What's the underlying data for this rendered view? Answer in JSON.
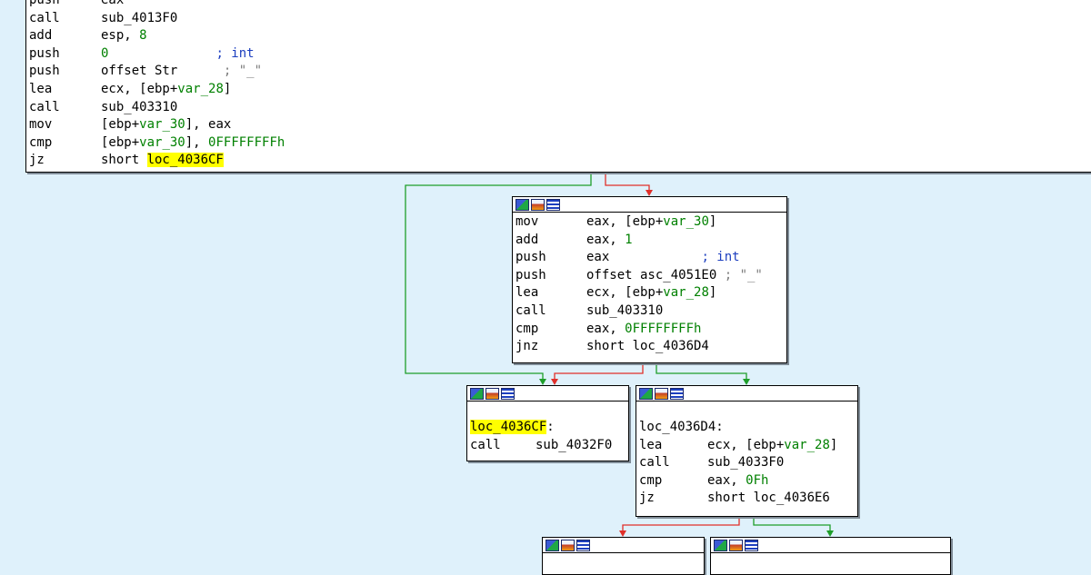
{
  "node_top": {
    "rows": [
      {
        "m": "push",
        "o": [
          {
            "t": "eax"
          }
        ]
      },
      {
        "m": "call",
        "o": [
          {
            "t": "sub_4013F0"
          }
        ]
      },
      {
        "m": "add",
        "o": [
          {
            "t": "esp, "
          },
          {
            "t": "8",
            "c": "num"
          }
        ]
      },
      {
        "m": "push",
        "o": [
          {
            "t": "0",
            "c": "num"
          },
          {
            "t": "              "
          },
          {
            "t": "; int",
            "c": "cmtb"
          }
        ]
      },
      {
        "m": "push",
        "o": [
          {
            "t": "offset Str"
          },
          {
            "t": "      "
          },
          {
            "t": "; \"_\"",
            "c": "cmt"
          }
        ]
      },
      {
        "m": "lea",
        "o": [
          {
            "t": "ecx, [ebp+"
          },
          {
            "t": "var_28",
            "c": "var"
          },
          {
            "t": "]"
          }
        ]
      },
      {
        "m": "call",
        "o": [
          {
            "t": "sub_403310"
          }
        ]
      },
      {
        "m": "mov",
        "o": [
          {
            "t": "[ebp+"
          },
          {
            "t": "var_30",
            "c": "var"
          },
          {
            "t": "], eax"
          }
        ]
      },
      {
        "m": "cmp",
        "o": [
          {
            "t": "[ebp+"
          },
          {
            "t": "var_30",
            "c": "var"
          },
          {
            "t": "], "
          },
          {
            "t": "0FFFFFFFFh",
            "c": "num"
          }
        ]
      },
      {
        "m": "jz",
        "o": [
          {
            "t": "short "
          },
          {
            "t": "loc_4036CF",
            "c": "hl"
          }
        ]
      }
    ]
  },
  "node_mid": {
    "rows": [
      {
        "m": "mov",
        "o": [
          {
            "t": "eax, [ebp+"
          },
          {
            "t": "var_30",
            "c": "var"
          },
          {
            "t": "]"
          }
        ]
      },
      {
        "m": "add",
        "o": [
          {
            "t": "eax, "
          },
          {
            "t": "1",
            "c": "num"
          }
        ]
      },
      {
        "m": "push",
        "o": [
          {
            "t": "eax"
          },
          {
            "t": "            "
          },
          {
            "t": "; int",
            "c": "cmtb"
          }
        ]
      },
      {
        "m": "push",
        "o": [
          {
            "t": "offset asc_4051E0 "
          },
          {
            "t": "; \"_\"",
            "c": "cmt"
          }
        ]
      },
      {
        "m": "lea",
        "o": [
          {
            "t": "ecx, [ebp+"
          },
          {
            "t": "var_28",
            "c": "var"
          },
          {
            "t": "]"
          }
        ]
      },
      {
        "m": "call",
        "o": [
          {
            "t": "sub_403310"
          }
        ]
      },
      {
        "m": "cmp",
        "o": [
          {
            "t": "eax, "
          },
          {
            "t": "0FFFFFFFFh",
            "c": "num"
          }
        ]
      },
      {
        "m": "jnz",
        "o": [
          {
            "t": "short loc_4036D4"
          }
        ]
      }
    ]
  },
  "node_left": {
    "label": "loc_4036CF",
    "label_suffix": ":",
    "rows": [
      {
        "m": "call",
        "o": [
          {
            "t": "sub_4032F0"
          }
        ]
      }
    ]
  },
  "node_right": {
    "label": "loc_4036D4:",
    "rows": [
      {
        "m": "lea",
        "o": [
          {
            "t": "ecx, [ebp+"
          },
          {
            "t": "var_28",
            "c": "var"
          },
          {
            "t": "]"
          }
        ]
      },
      {
        "m": "call",
        "o": [
          {
            "t": "sub_4033F0"
          }
        ]
      },
      {
        "m": "cmp",
        "o": [
          {
            "t": "eax, "
          },
          {
            "t": "0Fh",
            "c": "num"
          }
        ]
      },
      {
        "m": "jz",
        "o": [
          {
            "t": "short loc_4036E6"
          }
        ]
      }
    ]
  },
  "icons": [
    "graph-node-icon",
    "edit-node-icon",
    "node-text-icon"
  ],
  "colors": {
    "background": "#dff1fb",
    "edge_true": "#1e9e2a",
    "edge_false": "#e0302a",
    "highlight": "#ffff00",
    "number": "#008000",
    "comment": "#7c7c7c"
  }
}
